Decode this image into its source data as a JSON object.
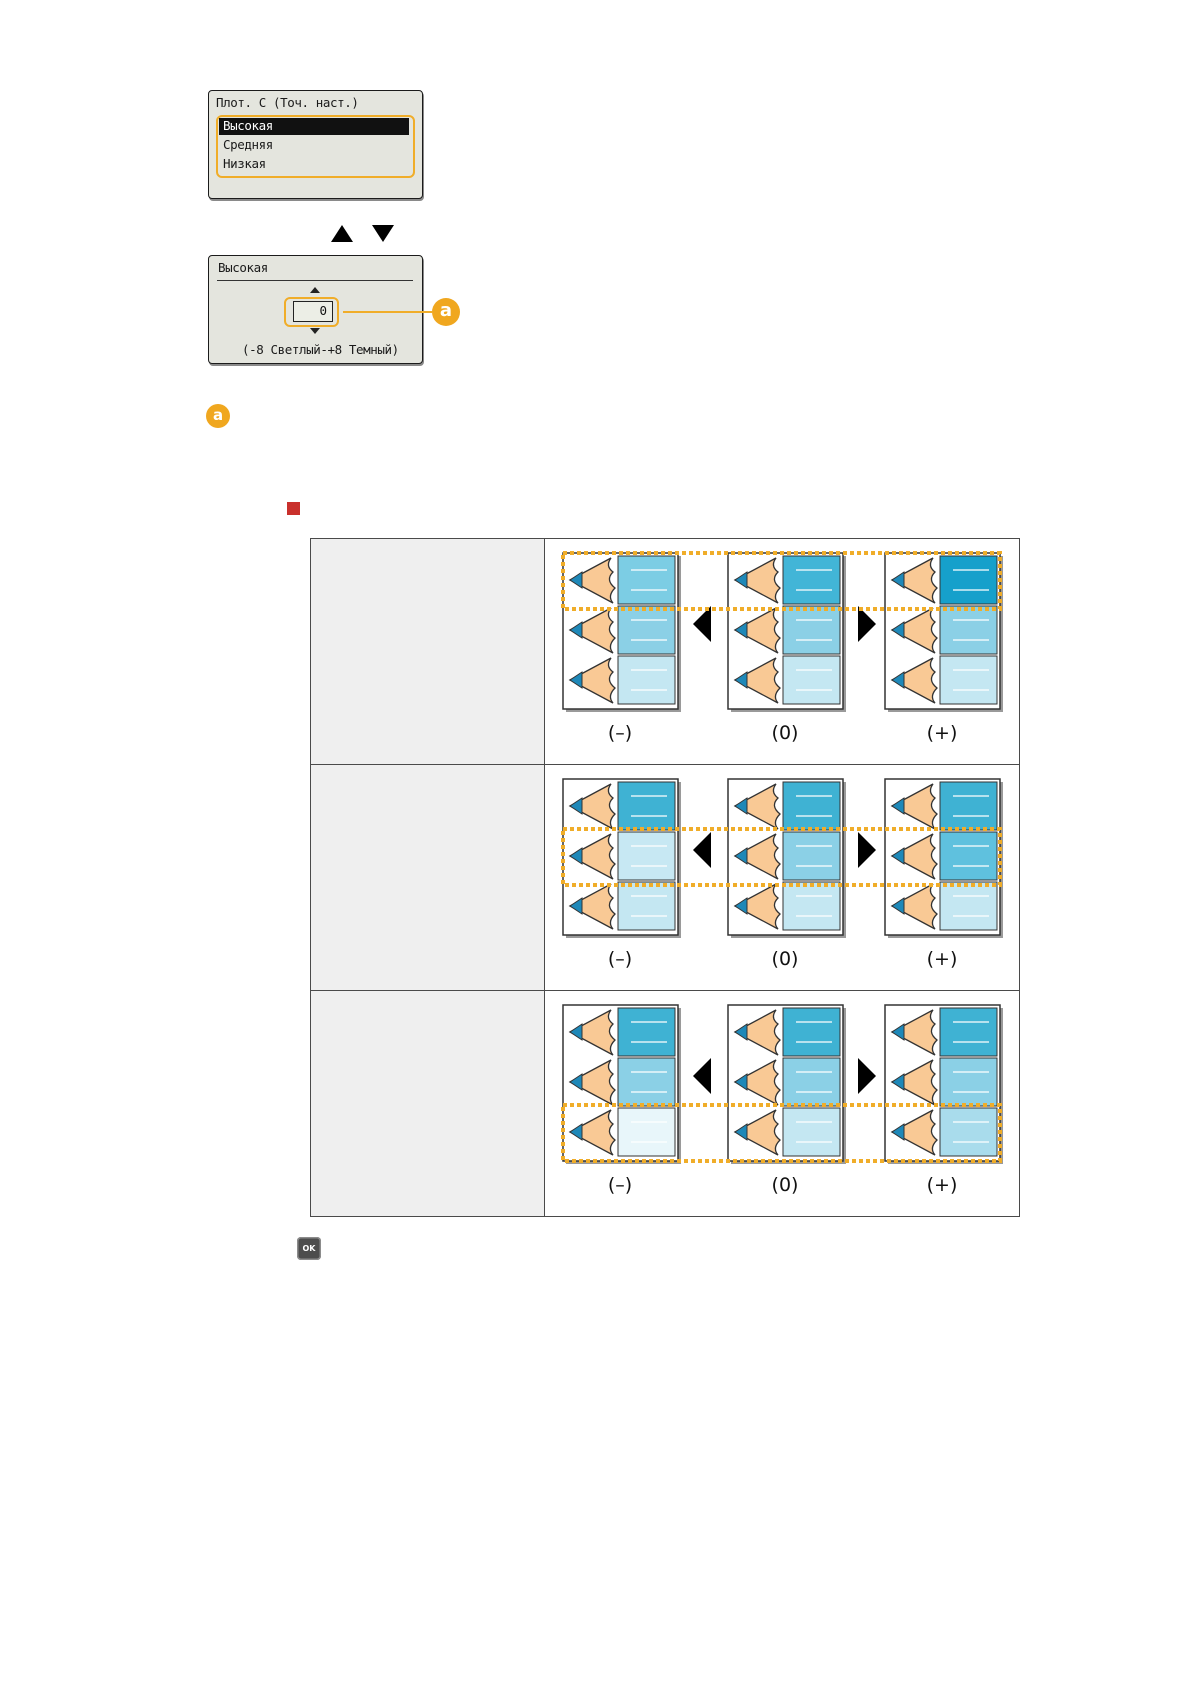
{
  "screen_1": {
    "title": "Плот. C (Точ. наст.)",
    "options": [
      "Высокая",
      "Средняя",
      "Низкая"
    ],
    "selected": "Высокая"
  },
  "nav_keys": [
    "▲",
    "▼"
  ],
  "screen_2": {
    "title": "Высокая",
    "value": "0",
    "range_text": "(-8 Светлый-+8 Темный)"
  },
  "callout": {
    "letter": "a"
  },
  "table": {
    "rows": [
      {
        "label": "",
        "highlight_row": "top"
      },
      {
        "label": "",
        "highlight_row": "middle"
      },
      {
        "label": "",
        "highlight_row": "bottom"
      }
    ],
    "column_labels": [
      "(–)",
      "(0)",
      "(+)"
    ]
  },
  "ok_key": {
    "label": "OK"
  },
  "colors": {
    "highlight_orange": "#f0ad29",
    "marker_red": "#c9302c",
    "pencil_skin": "#f9c995",
    "dark_cyan": "#3fb2d3",
    "mid_cyan": "#8bd0e6",
    "light_cyan": "#c4e7f2"
  },
  "icons": [
    "arrow-up-icon",
    "arrow-down-icon",
    "ok-key-icon",
    "section-marker-icon"
  ]
}
